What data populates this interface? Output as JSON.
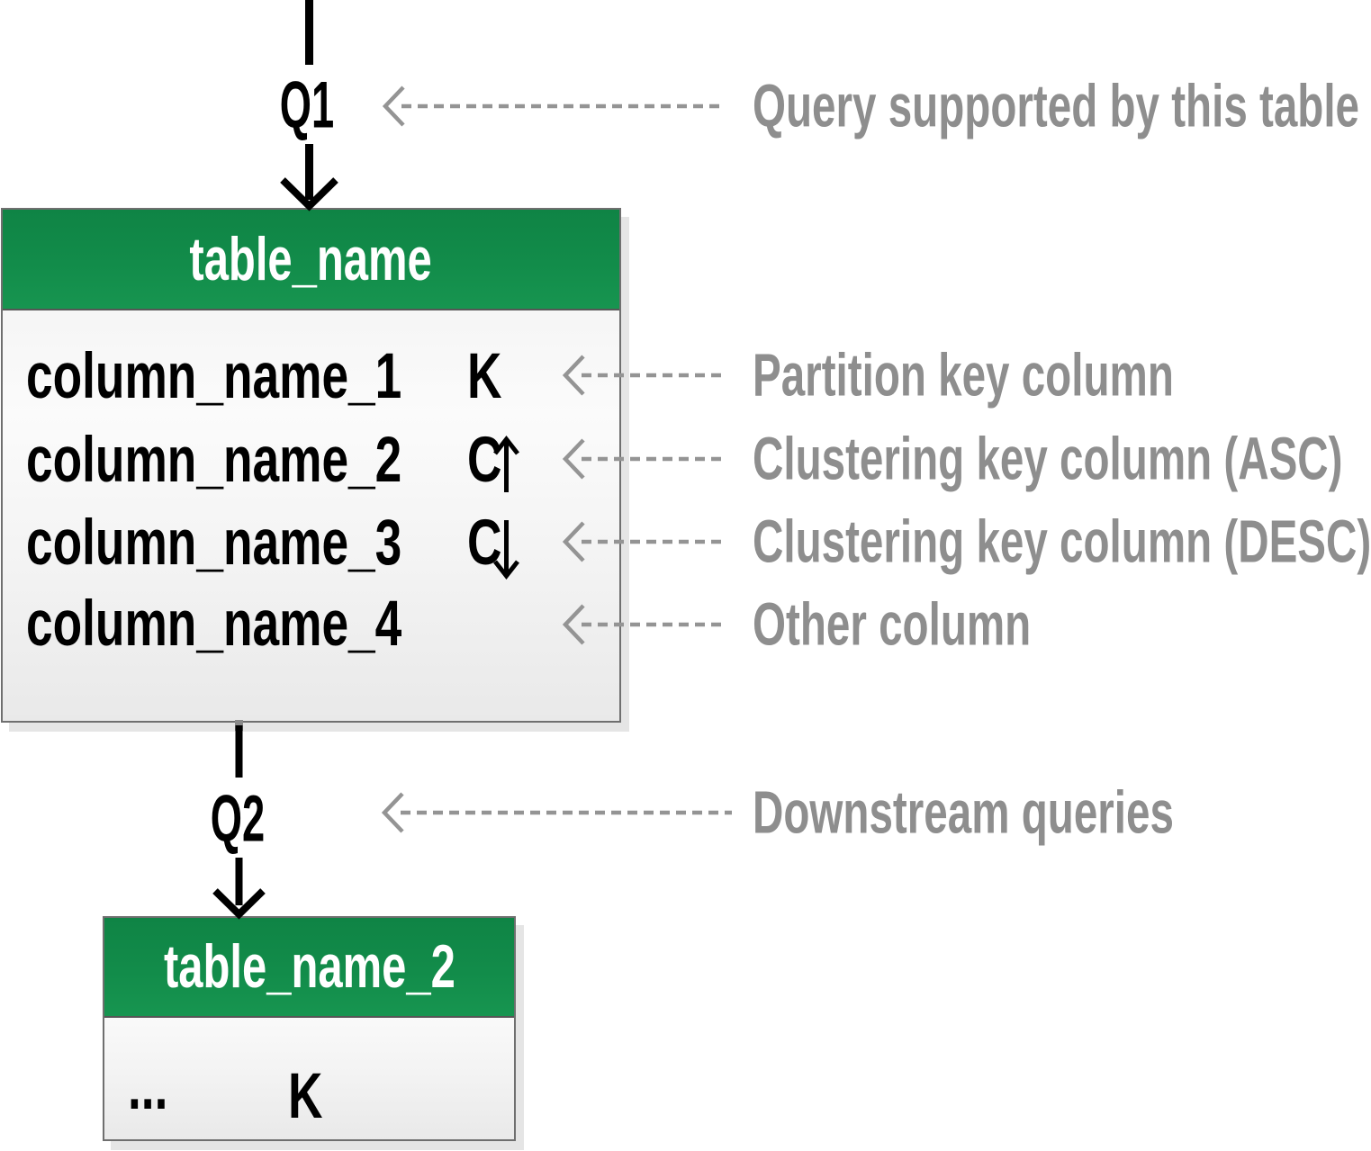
{
  "flow": {
    "q1_label": "Q1",
    "q2_label": "Q2"
  },
  "tables": [
    {
      "title": "table_name",
      "rows": [
        {
          "name": "column_name_1",
          "key_marker": "K",
          "sort": null
        },
        {
          "name": "column_name_2",
          "key_marker": "C",
          "sort": "ASC"
        },
        {
          "name": "column_name_3",
          "key_marker": "C",
          "sort": "DESC"
        },
        {
          "name": "column_name_4",
          "key_marker": "",
          "sort": null
        }
      ]
    },
    {
      "title": "table_name_2",
      "rows": [
        {
          "name": "...",
          "key_marker": "K",
          "sort": null
        }
      ]
    }
  ],
  "annotations": [
    {
      "id": "query_supported",
      "text": "Query supported by this table"
    },
    {
      "id": "partition_key",
      "text": "Partition key column"
    },
    {
      "id": "clustering_asc",
      "text": "Clustering key column (ASC)"
    },
    {
      "id": "clustering_desc",
      "text": "Clustering key column (DESC)"
    },
    {
      "id": "other_column",
      "text": "Other column"
    },
    {
      "id": "downstream",
      "text": "Downstream queries"
    }
  ],
  "colors": {
    "table_header_green": "#128C4A",
    "table_border_gray": "#6F6F6F",
    "annotation_text_gray": "#8E8E8E",
    "dashed_arrow_gray": "#949494",
    "flow_arrow_black": "#000000",
    "shadow_gray": "#E5E5E5"
  }
}
